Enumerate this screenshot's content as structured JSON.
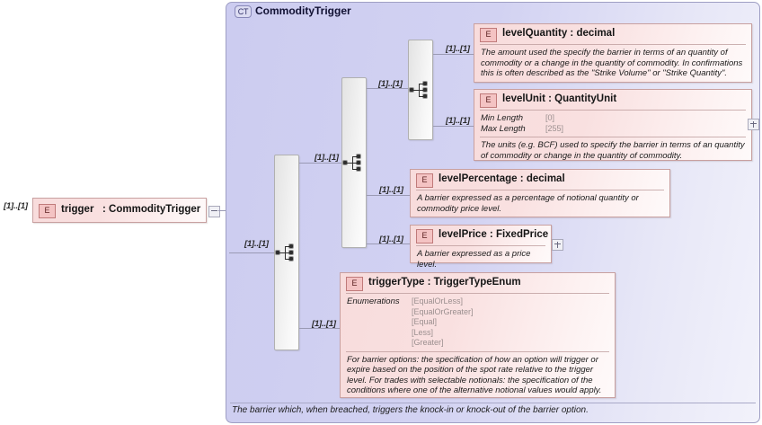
{
  "diagram": {
    "type": "xsd-schema-diagram",
    "root_element": {
      "badge": "E",
      "name": "trigger",
      "type": ": CommodityTrigger",
      "cardinality": "[1]..[1]",
      "toggle": "collapse-minus"
    },
    "complex_type": {
      "badge": "CT",
      "name": "CommodityTrigger",
      "annotation": "The barrier which, when breached, triggers the knock-in or knock-out of the barrier option."
    },
    "compositors": [
      {
        "id": "outer",
        "icon": "sequence-icon"
      },
      {
        "id": "middle",
        "icon": "sequence-icon"
      },
      {
        "id": "inner",
        "icon": "sequence-icon"
      }
    ],
    "cardinalities": {
      "root": "[1]..[1]",
      "outer_to_middle": "[1]..[1]",
      "outer_to_triggerType": "[1]..[1]",
      "middle_to_inner": "[1]..[1]",
      "middle_to_levelPercentage": "[1]..[1]",
      "middle_to_levelPrice": "[1]..[1]",
      "inner_to_levelQuantity": "[1]..[1]",
      "inner_to_levelUnit": "[1]..[1]"
    },
    "elements": [
      {
        "id": "levelQuantity",
        "badge": "E",
        "name": "levelQuantity",
        "type": ": decimal",
        "description": "The amount used the specify the barrier in terms of an quantity of commodity or a change in the quantity of commodity. In confirmations this is often described as the \"Strike Volume\" or \"Strike Quantity\".",
        "facets": [],
        "expand": null
      },
      {
        "id": "levelUnit",
        "badge": "E",
        "name": "levelUnit",
        "type": ": QuantityUnit",
        "description": "The units (e.g. BCF) used to specify the barrier in terms of an quantity of commodity or change in the quantity of commodity.",
        "facets": [
          {
            "key": "Min Length",
            "value": "[0]"
          },
          {
            "key": "Max Length",
            "value": "[255]"
          }
        ],
        "expand": "expand-plus"
      },
      {
        "id": "levelPercentage",
        "badge": "E",
        "name": "levelPercentage",
        "type": ": decimal",
        "description": "A barrier expressed as a percentage of notional quantity or commodity price level.",
        "facets": [],
        "expand": null
      },
      {
        "id": "levelPrice",
        "badge": "E",
        "name": "levelPrice",
        "type": ": FixedPrice",
        "description": "A barrier expressed as a price level.",
        "facets": [],
        "expand": "expand-plus"
      },
      {
        "id": "triggerType",
        "badge": "E",
        "name": "triggerType",
        "type": ": TriggerTypeEnum",
        "description": "For barrier options: the specification of how an option will trigger or expire based on the position of the spot rate relative to the trigger level. For trades with selectable notionals: the specification of the conditions where one of the alternative notional values would apply.",
        "facets": [
          {
            "key": "Enumerations",
            "value": ""
          }
        ],
        "enumerations": [
          "[EqualOrLess]",
          "[EqualOrGreater]",
          "[Equal]",
          "[Less]",
          "[Greater]"
        ],
        "expand": null
      }
    ],
    "colors": {
      "panel_bg": "#ccccf0",
      "panel_border": "#9f9fc4",
      "element_bg": "#f8dcdc",
      "element_border": "#c8a0a0",
      "badge_bg": "#f4c3c3",
      "connector_line": "#9a9ab4",
      "compositor_bg": "#ededed"
    }
  }
}
